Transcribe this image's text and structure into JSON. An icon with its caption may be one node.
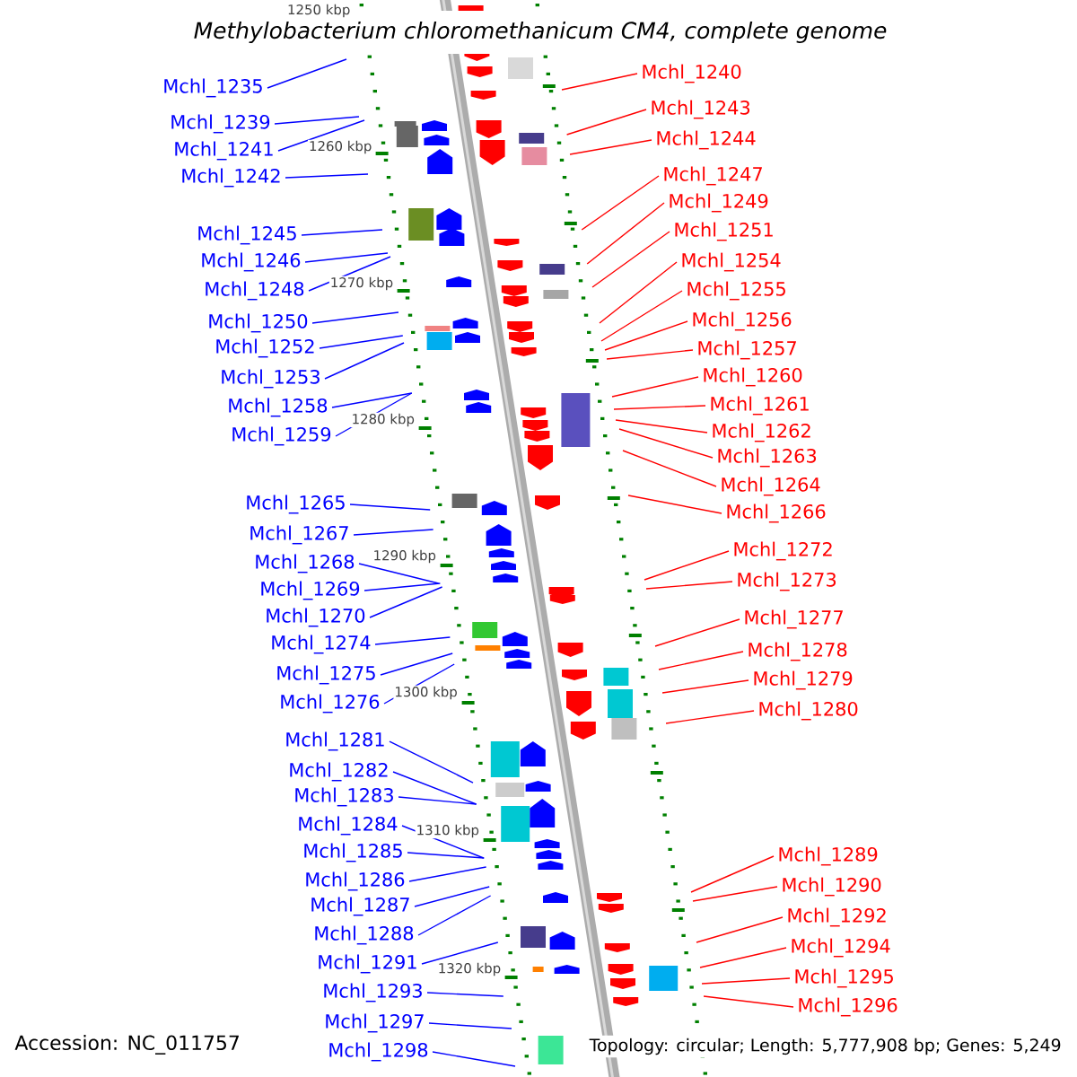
{
  "diagram": {
    "title": "Methylobacterium chloromethanicum CM4, complete genome",
    "nodes": [
      {
        "text": [
          "Mchl_1235"
        ]
      },
      {
        "text": [
          "Mchl_1239"
        ]
      },
      {
        "text": [
          "Mchl_1241"
        ]
      },
      {
        "text": [
          "Mchl_1242"
        ]
      },
      {
        "text": [
          "Mchl_1245"
        ]
      },
      {
        "text": [
          "Mchl_1246"
        ]
      },
      {
        "text": [
          "Mchl_1248"
        ]
      },
      {
        "text": [
          "Mchl_1250"
        ]
      },
      {
        "text": [
          "Mchl_1252"
        ]
      },
      {
        "text": [
          "Mchl_1253"
        ]
      },
      {
        "text": [
          "Mchl_1258"
        ]
      },
      {
        "text": [
          "Mchl_1259"
        ]
      },
      {
        "text": [
          "Mchl_1265"
        ]
      },
      {
        "text": [
          "Mchl_1267"
        ]
      },
      {
        "text": [
          "Mchl_1268"
        ]
      },
      {
        "text": [
          "Mchl_1269"
        ]
      },
      {
        "text": [
          "Mchl_1270"
        ]
      },
      {
        "text": [
          "Mchl_1274"
        ]
      },
      {
        "text": [
          "Mchl_1275"
        ]
      },
      {
        "text": [
          "Mchl_1276"
        ]
      },
      {
        "text": [
          "Mchl_1281"
        ]
      },
      {
        "text": [
          "Mchl_1282"
        ]
      },
      {
        "text": [
          "Mchl_1283"
        ]
      },
      {
        "text": [
          "Mchl_1284"
        ]
      },
      {
        "text": [
          "Mchl_1285"
        ]
      },
      {
        "text": [
          "Mchl_1286"
        ]
      },
      {
        "text": [
          "Mchl_1287"
        ]
      },
      {
        "text": [
          "Mchl_1288"
        ]
      },
      {
        "text": [
          "Mchl_1291"
        ]
      },
      {
        "text": [
          "Mchl_1293"
        ]
      },
      {
        "text": [
          "Mchl_1297"
        ]
      },
      {
        "text": [
          "Mchl_1298"
        ]
      },
      {
        "text": [
          "Mchl_1240"
        ]
      },
      {
        "text": [
          "Mchl_1243"
        ]
      },
      {
        "text": [
          "Mchl_1244"
        ]
      },
      {
        "text": [
          "Mchl_1247"
        ]
      },
      {
        "text": [
          "Mchl_1249"
        ]
      },
      {
        "text": [
          "Mchl_1251"
        ]
      },
      {
        "text": [
          "Mchl_1254"
        ]
      },
      {
        "text": [
          "Mchl_1255"
        ]
      },
      {
        "text": [
          "Mchl_1256"
        ]
      },
      {
        "text": [
          "Mchl_1257"
        ]
      },
      {
        "text": [
          "Mchl_1260"
        ]
      },
      {
        "text": [
          "Mchl_1261"
        ]
      },
      {
        "text": [
          "Mchl_1262"
        ]
      },
      {
        "text": [
          "Mchl_1263"
        ]
      },
      {
        "text": [
          "Mchl_1264"
        ]
      },
      {
        "text": [
          "Mchl_1266"
        ]
      },
      {
        "text": [
          "Mchl_1272"
        ]
      },
      {
        "text": [
          "Mchl_1273"
        ]
      },
      {
        "text": [
          "Mchl_1277"
        ]
      },
      {
        "text": [
          "Mchl_1278"
        ]
      },
      {
        "text": [
          "Mchl_1279"
        ]
      },
      {
        "text": [
          "Mchl_1280"
        ]
      },
      {
        "text": [
          "Mchl_1289"
        ]
      },
      {
        "text": [
          "Mchl_1290"
        ]
      },
      {
        "text": [
          "Mchl_1292"
        ]
      },
      {
        "text": [
          "Mchl_1294"
        ]
      },
      {
        "text": [
          "Mchl_1295"
        ]
      },
      {
        "text": [
          "Mchl_1296"
        ]
      }
    ],
    "edges": [
      {
        "from": 0,
        "to": null,
        "arrow": "none"
      },
      {
        "from": 1,
        "to": null,
        "arrow": "none"
      },
      {
        "from": 2,
        "to": null,
        "arrow": "none"
      },
      {
        "from": 3,
        "to": null,
        "arrow": "none"
      },
      {
        "from": 4,
        "to": null,
        "arrow": "none"
      },
      {
        "from": 5,
        "to": null,
        "arrow": "none"
      },
      {
        "from": 6,
        "to": null,
        "arrow": "none"
      },
      {
        "from": 7,
        "to": null,
        "arrow": "none"
      },
      {
        "from": 8,
        "to": null,
        "arrow": "none"
      },
      {
        "from": 9,
        "to": null,
        "arrow": "none"
      },
      {
        "from": 10,
        "to": null,
        "arrow": "none"
      },
      {
        "from": 11,
        "to": null,
        "arrow": "none"
      },
      {
        "from": 12,
        "to": null,
        "arrow": "none"
      },
      {
        "from": 13,
        "to": null,
        "arrow": "none"
      },
      {
        "from": 14,
        "to": null,
        "arrow": "none"
      },
      {
        "from": 15,
        "to": null,
        "arrow": "none"
      },
      {
        "from": 16,
        "to": null,
        "arrow": "none"
      },
      {
        "from": 17,
        "to": null,
        "arrow": "none"
      },
      {
        "from": 18,
        "to": null,
        "arrow": "none"
      },
      {
        "from": 19,
        "to": null,
        "arrow": "none"
      },
      {
        "from": 20,
        "to": null,
        "arrow": "none"
      },
      {
        "from": 21,
        "to": null,
        "arrow": "none"
      },
      {
        "from": 22,
        "to": null,
        "arrow": "none"
      },
      {
        "from": 23,
        "to": null,
        "arrow": "none"
      },
      {
        "from": 24,
        "to": null,
        "arrow": "none"
      },
      {
        "from": 25,
        "to": null,
        "arrow": "none"
      },
      {
        "from": 26,
        "to": null,
        "arrow": "none"
      },
      {
        "from": 27,
        "to": null,
        "arrow": "none"
      },
      {
        "from": 28,
        "to": null,
        "arrow": "none"
      },
      {
        "from": 29,
        "to": null,
        "arrow": "none"
      },
      {
        "from": 30,
        "to": null,
        "arrow": "none"
      },
      {
        "from": 31,
        "to": null,
        "arrow": "none"
      },
      {
        "from": 32,
        "to": null,
        "arrow": "none",
        "color": "#ff0000"
      },
      {
        "from": 33,
        "to": null,
        "arrow": "none",
        "color": "#ff0000"
      },
      {
        "from": 34,
        "to": null,
        "arrow": "none",
        "color": "#ff0000"
      },
      {
        "from": 35,
        "to": null,
        "arrow": "none",
        "color": "#ff0000"
      },
      {
        "from": 36,
        "to": null,
        "arrow": "none",
        "color": "#ff0000"
      },
      {
        "from": 37,
        "to": null,
        "arrow": "none",
        "color": "#ff0000"
      },
      {
        "from": 38,
        "to": null,
        "arrow": "none",
        "color": "#ff0000"
      },
      {
        "from": 39,
        "to": null,
        "arrow": "none",
        "color": "#ff0000"
      },
      {
        "from": 40,
        "to": null,
        "arrow": "none",
        "color": "#ff0000"
      },
      {
        "from": 41,
        "to": null,
        "arrow": "none",
        "color": "#ff0000"
      },
      {
        "from": 42,
        "to": null,
        "arrow": "none",
        "color": "#ff0000"
      },
      {
        "from": 43,
        "to": null,
        "arrow": "none",
        "color": "#ff0000"
      },
      {
        "from": 44,
        "to": null,
        "arrow": "none",
        "color": "#ff0000"
      },
      {
        "from": 45,
        "to": null,
        "arrow": "none",
        "color": "#ff0000"
      },
      {
        "from": 46,
        "to": null,
        "arrow": "none",
        "color": "#ff0000"
      },
      {
        "from": 47,
        "to": null,
        "arrow": "none",
        "color": "#ff0000"
      },
      {
        "from": 48,
        "to": null,
        "arrow": "none",
        "color": "#ff0000"
      },
      {
        "from": 49,
        "to": null,
        "arrow": "none",
        "color": "#ff0000"
      },
      {
        "from": 50,
        "to": null,
        "arrow": "none",
        "color": "#ff0000"
      },
      {
        "from": 51,
        "to": null,
        "arrow": "none",
        "color": "#ff0000"
      },
      {
        "from": 52,
        "to": null,
        "arrow": "none",
        "color": "#ff0000"
      },
      {
        "from": 53,
        "to": null,
        "arrow": "none",
        "color": "#ff0000"
      },
      {
        "from": 54,
        "to": null,
        "arrow": "none",
        "color": "#ff0000"
      },
      {
        "from": 55,
        "to": null,
        "arrow": "none",
        "color": "#ff0000"
      },
      {
        "from": 56,
        "to": null,
        "arrow": "none",
        "color": "#ff0000"
      },
      {
        "from": 57,
        "to": null,
        "arrow": "none",
        "color": "#ff0000"
      },
      {
        "from": 58,
        "to": null,
        "arrow": "none",
        "color": "#ff0000"
      },
      {
        "from": 59,
        "to": null,
        "arrow": "none",
        "color": "#ff0000"
      }
    ],
    "labels": [
      "1250 kbp",
      "1260 kbp",
      "1270 kbp",
      "1280 kbp",
      "1290 kbp",
      "1300 kbp",
      "1310 kbp",
      "1320 kbp",
      "Accession: NC_011757",
      "Topology: circular; Length: 5,777,908 bp; Genes: 5,249"
    ]
  }
}
